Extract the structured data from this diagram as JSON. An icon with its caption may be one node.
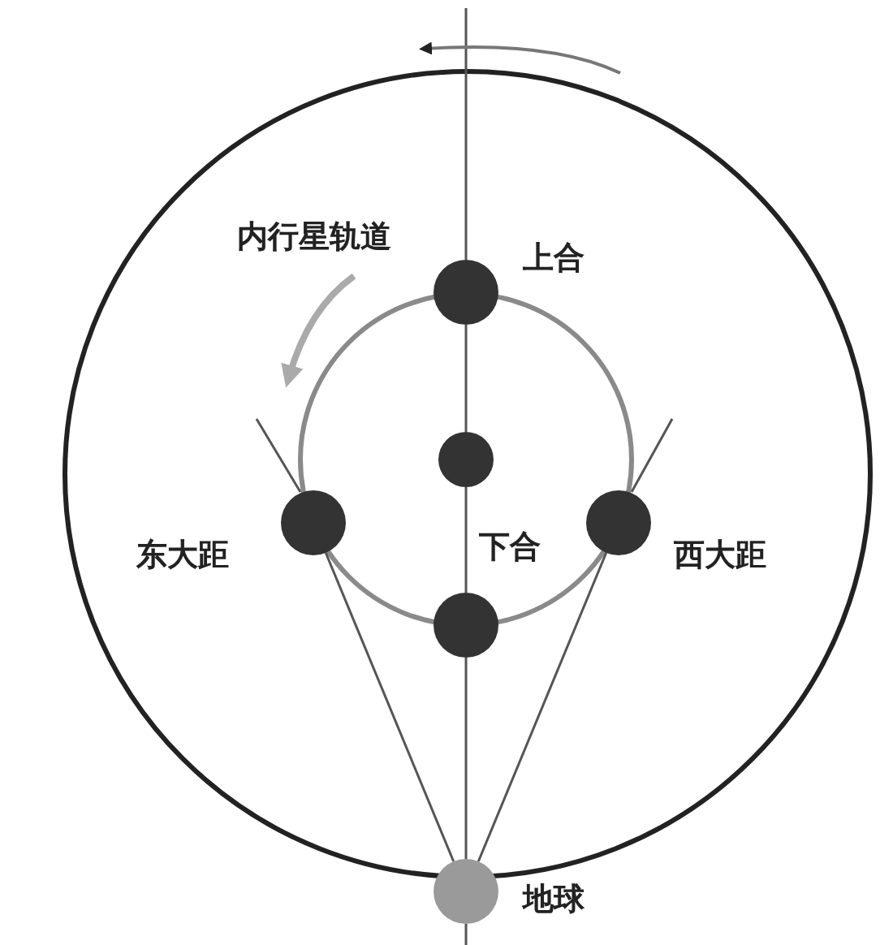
{
  "diagram": {
    "nodes": [
      {
        "text": [],
        "shape": "circle",
        "beside": [
          "上合"
        ]
      },
      {
        "text": [],
        "shape": "circle"
      },
      {
        "text": [],
        "shape": "circle",
        "beside": [
          "东大距"
        ]
      },
      {
        "text": [],
        "shape": "circle",
        "beside": [
          "西大距"
        ]
      },
      {
        "text": [],
        "shape": "circle",
        "beside": [
          "下合"
        ]
      },
      {
        "text": [],
        "shape": "circle",
        "beside": [
          "地球"
        ]
      }
    ],
    "edges": [
      {
        "from": 5,
        "to": 2,
        "arrow": "none"
      },
      {
        "from": 5,
        "to": 3,
        "arrow": "none"
      },
      {
        "from": 5,
        "to": 4,
        "arrow": "none"
      },
      {
        "from": 4,
        "to": 1,
        "arrow": "none"
      },
      {
        "from": 1,
        "to": 0,
        "arrow": "none"
      }
    ],
    "labels": [
      "内行星轨道"
    ]
  }
}
